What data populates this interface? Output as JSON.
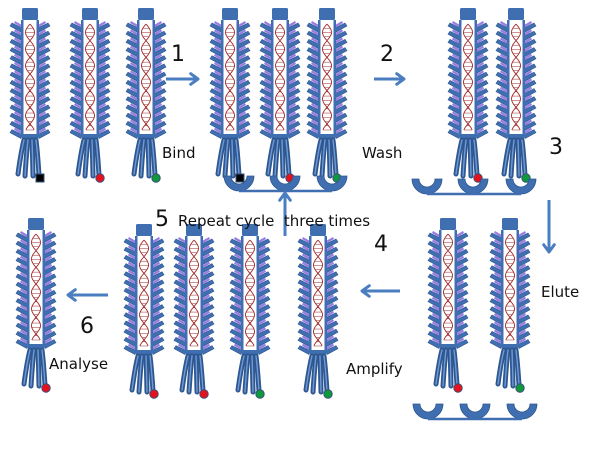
{
  "colors": {
    "scaffold": "#3f6fb0",
    "scaffold_dark": "#2e5790",
    "fin_purple": "#9a7de0",
    "dna": "#a02828",
    "arrow": "#4a7ec0",
    "red_tag": "#e8101a",
    "green_tag": "#0d9a3a",
    "black_tag": "#000000"
  },
  "steps": [
    {
      "number": "1",
      "label": "Bind"
    },
    {
      "number": "2",
      "label": "Wash"
    },
    {
      "number": "3",
      "label": "Elute"
    },
    {
      "number": "4",
      "label": "Amplify"
    },
    {
      "number": "5",
      "label": "Repeat cycle  three times"
    },
    {
      "number": "6",
      "label": "Analyse"
    }
  ],
  "molecule_groups": [
    {
      "name": "initial-library",
      "tags": [
        "black",
        "red",
        "green"
      ]
    },
    {
      "name": "bind",
      "tags": [
        "black",
        "red",
        "green"
      ],
      "on_plate": true
    },
    {
      "name": "wash",
      "tags": [
        "red",
        "green"
      ],
      "on_plate": true
    },
    {
      "name": "elute",
      "tags": [
        "red",
        "green"
      ]
    },
    {
      "name": "amplify",
      "tags": [
        "red",
        "red",
        "green",
        "green"
      ]
    },
    {
      "name": "analyse",
      "tags": [
        "red"
      ]
    }
  ]
}
